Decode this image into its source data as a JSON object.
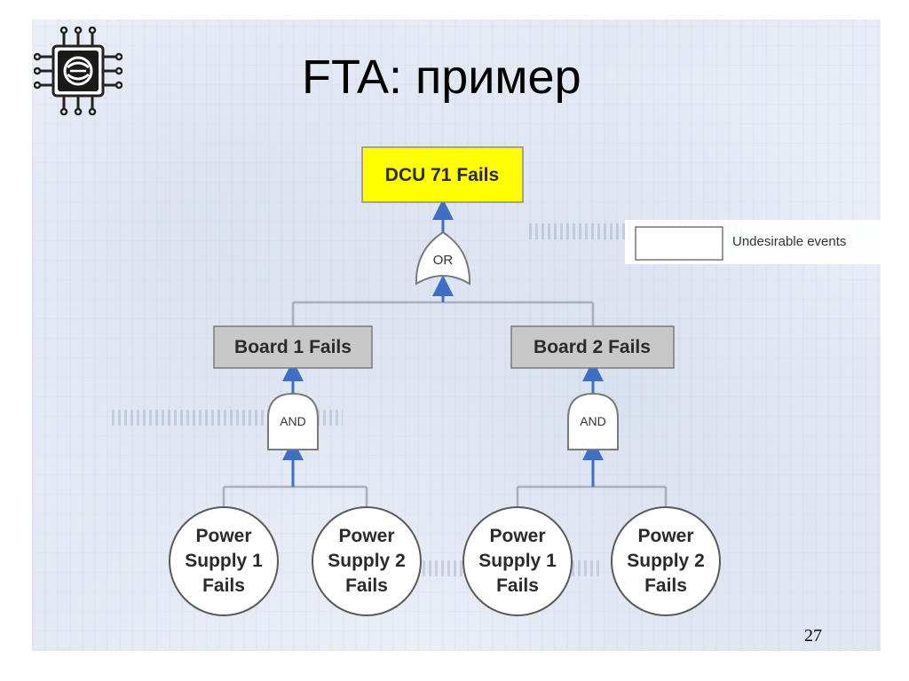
{
  "slide": {
    "title": "FTA: пример",
    "page_number": "27"
  },
  "diagram": {
    "top_event": "DCU 71 Fails",
    "or_gate": "OR",
    "and_gate_left": "AND",
    "and_gate_right": "AND",
    "board_left": "Board 1 Fails",
    "board_right": "Board 2 Fails",
    "basic_events": [
      [
        "Power",
        "Supply 1",
        "Fails"
      ],
      [
        "Power",
        "Supply 2",
        "Fails"
      ],
      [
        "Power",
        "Supply 1",
        "Fails"
      ],
      [
        "Power",
        "Supply 2",
        "Fails"
      ]
    ],
    "legend_label": "Undesirable events"
  },
  "colors": {
    "top_event_fill": "#ffff00",
    "board_fill": "#c8c8c8",
    "connector": "#a8b0bc",
    "arrow": "#3e6fc2",
    "text": "#2a2a2a"
  },
  "icons": {
    "logo": "chip-logo-icon"
  }
}
